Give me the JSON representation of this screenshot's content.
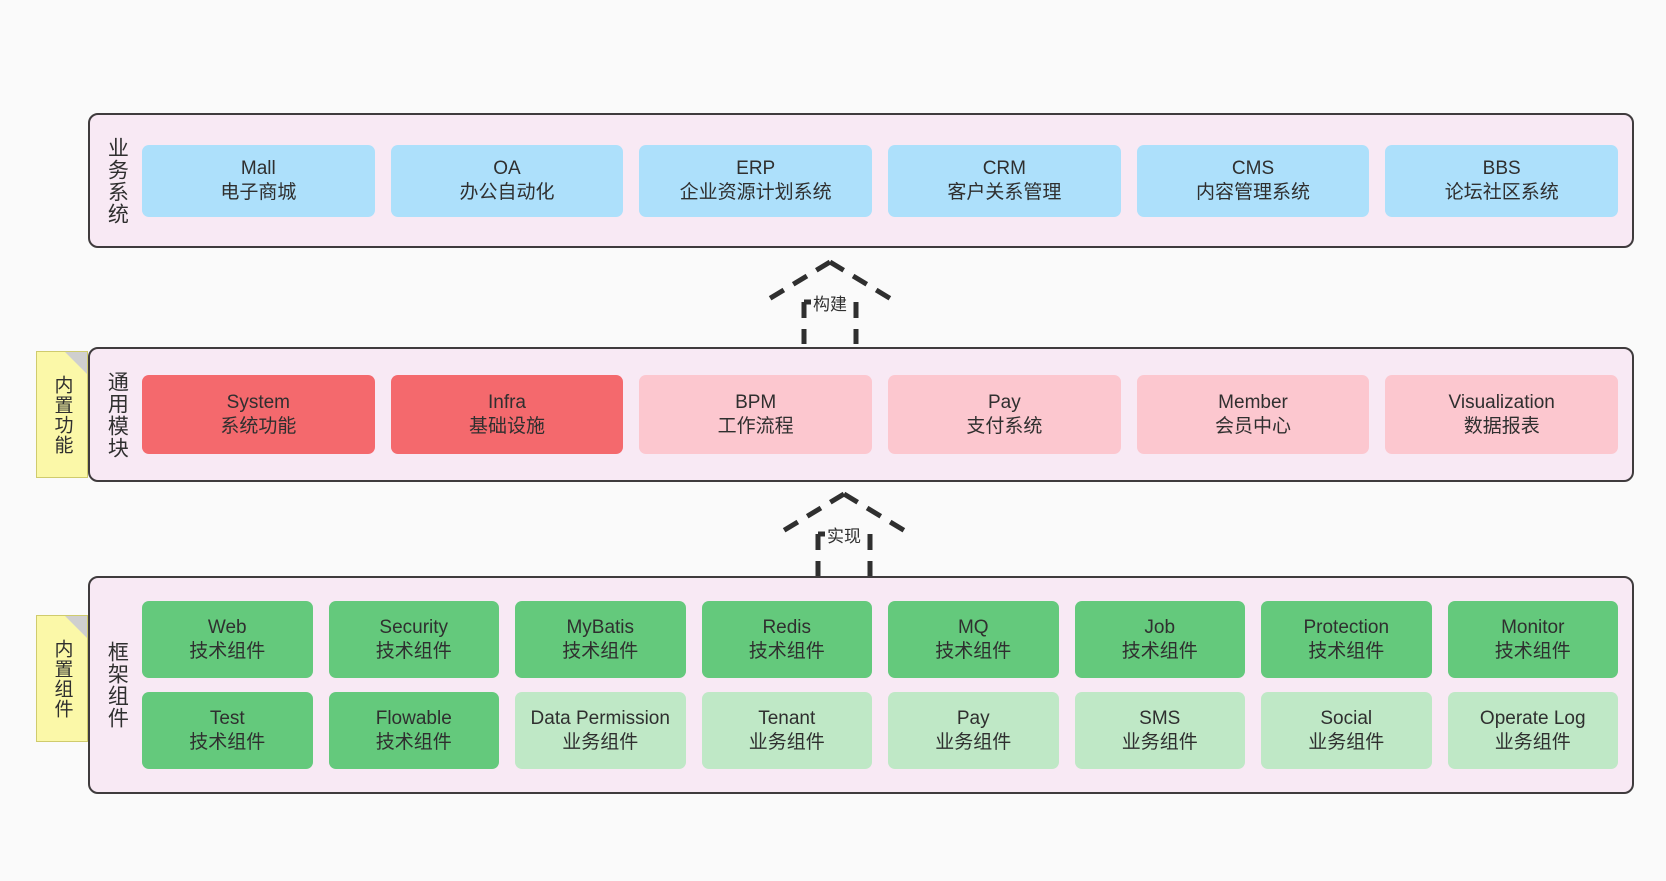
{
  "diagram": {
    "background_color": "#fafafa",
    "panel_fill": "#f8e9f4",
    "panel_border": "#3f3b3d"
  },
  "notes": [
    {
      "id": "note-functions",
      "label": "内置功能"
    },
    {
      "id": "note-components",
      "label": "内置组件"
    }
  ],
  "connectors": [
    {
      "id": "arrow-build",
      "label": "构建",
      "style": "dashed-open-arrow-up"
    },
    {
      "id": "arrow-realize",
      "label": "实现",
      "style": "dashed-open-arrow-up"
    }
  ],
  "layers": [
    {
      "id": "layer-business",
      "title": "业务系统",
      "color": "#ade0fb",
      "rows": [
        [
          {
            "en": "Mall",
            "cn": "电子商城",
            "fill": "c-blue"
          },
          {
            "en": "OA",
            "cn": "办公自动化",
            "fill": "c-blue"
          },
          {
            "en": "ERP",
            "cn": "企业资源计划系统",
            "fill": "c-blue"
          },
          {
            "en": "CRM",
            "cn": "客户关系管理",
            "fill": "c-blue"
          },
          {
            "en": "CMS",
            "cn": "内容管理系统",
            "fill": "c-blue"
          },
          {
            "en": "BBS",
            "cn": "论坛社区系统",
            "fill": "c-blue"
          }
        ]
      ]
    },
    {
      "id": "layer-common",
      "title": "通用模块",
      "color": "#f4696d",
      "rows": [
        [
          {
            "en": "System",
            "cn": "系统功能",
            "fill": "c-red"
          },
          {
            "en": "Infra",
            "cn": "基础设施",
            "fill": "c-red"
          },
          {
            "en": "BPM",
            "cn": "工作流程",
            "fill": "c-pink"
          },
          {
            "en": "Pay",
            "cn": "支付系统",
            "fill": "c-pink"
          },
          {
            "en": "Member",
            "cn": "会员中心",
            "fill": "c-pink"
          },
          {
            "en": "Visualization",
            "cn": "数据报表",
            "fill": "c-pink"
          }
        ]
      ]
    },
    {
      "id": "layer-framework",
      "title": "框架组件",
      "color": "#64c97c",
      "rows": [
        [
          {
            "en": "Web",
            "cn": "技术组件",
            "fill": "c-green"
          },
          {
            "en": "Security",
            "cn": "技术组件",
            "fill": "c-green"
          },
          {
            "en": "MyBatis",
            "cn": "技术组件",
            "fill": "c-green"
          },
          {
            "en": "Redis",
            "cn": "技术组件",
            "fill": "c-green"
          },
          {
            "en": "MQ",
            "cn": "技术组件",
            "fill": "c-green"
          },
          {
            "en": "Job",
            "cn": "技术组件",
            "fill": "c-green"
          },
          {
            "en": "Protection",
            "cn": "技术组件",
            "fill": "c-green"
          },
          {
            "en": "Monitor",
            "cn": "技术组件",
            "fill": "c-green"
          }
        ],
        [
          {
            "en": "Test",
            "cn": "技术组件",
            "fill": "c-green"
          },
          {
            "en": "Flowable",
            "cn": "技术组件",
            "fill": "c-green"
          },
          {
            "en": "Data Permission",
            "cn": "业务组件",
            "fill": "c-lightgreen"
          },
          {
            "en": "Tenant",
            "cn": "业务组件",
            "fill": "c-lightgreen"
          },
          {
            "en": "Pay",
            "cn": "业务组件",
            "fill": "c-lightgreen"
          },
          {
            "en": "SMS",
            "cn": "业务组件",
            "fill": "c-lightgreen"
          },
          {
            "en": "Social",
            "cn": "业务组件",
            "fill": "c-lightgreen"
          },
          {
            "en": "Operate Log",
            "cn": "业务组件",
            "fill": "c-lightgreen"
          }
        ]
      ]
    }
  ]
}
